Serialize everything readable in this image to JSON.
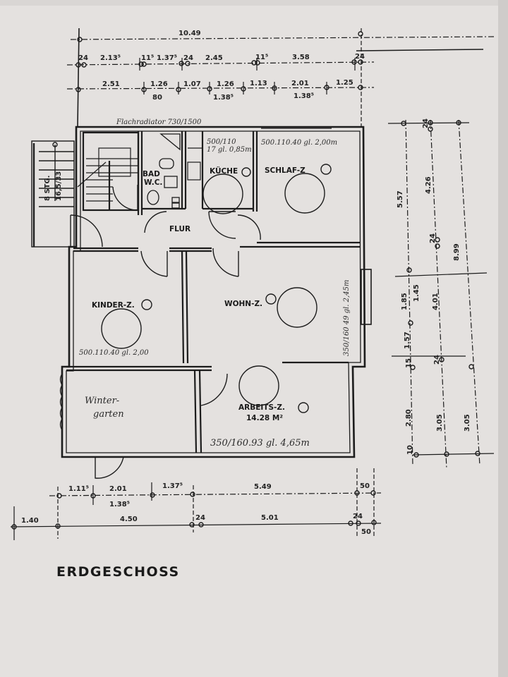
{
  "plan": {
    "title": "ERDGESCHOSS",
    "header_note": "Flachradiator 730/1500",
    "colors": {
      "paper": "#e4e1df",
      "ink": "#1a1a1a",
      "background": "#d9d6d4"
    }
  },
  "rooms": [
    {
      "name": "BAD W.C.",
      "label_line1": "BAD",
      "label_line2": "W.C."
    },
    {
      "name": "KÜCHE",
      "label": "KÜCHE",
      "radiator": "500/110",
      "radiator_line2": "17 gl. 0,85m"
    },
    {
      "name": "SCHLAF-Z",
      "label": "SCHLAF-Z",
      "radiator": "500.110.40 gl. 2,00m"
    },
    {
      "name": "FLUR",
      "label": "FLUR"
    },
    {
      "name": "KINDER-Z.",
      "label": "KINDER-Z.",
      "radiator": "500.110.40 gl. 2,00"
    },
    {
      "name": "WOHN-Z.",
      "label": "WOHN-Z.",
      "radiator": "350/160 49 gl. 2,45m"
    },
    {
      "name": "Wintergarten",
      "label_line1": "Winter-",
      "label_line2": "garten"
    },
    {
      "name": "ARBEITS-Z.",
      "label": "ARBEITS-Z.",
      "area": "14.28 M²",
      "radiator": "350/160.93 gl. 4,65m"
    }
  ],
  "stairs": {
    "label_line1": "8 STG.",
    "label_line2": "16,5/33"
  },
  "dimensions": {
    "top_overall": "10.49",
    "top_row1": [
      "24",
      "2.13⁵",
      "11⁵",
      "1.37⁵",
      "24",
      "2.45",
      "11⁵",
      "3.58",
      "24"
    ],
    "top_row2": [
      "2.51",
      "1.26",
      "80",
      "1.07",
      "1.26",
      "1.38⁵",
      "1.13",
      "2.01",
      "1.38⁵",
      "1.25"
    ],
    "right_col1": [
      "5.57",
      "1.85",
      "15",
      "1.57",
      "2.80",
      "10"
    ],
    "right_col1b": [
      "1.45"
    ],
    "right_col2": [
      "24",
      "4.26",
      "24",
      "4.01",
      "24",
      "3.05"
    ],
    "right_col3": [
      "8.99",
      "3.05"
    ],
    "bottom_row1": [
      "1.11⁵",
      "2.01",
      "1.38⁵",
      "1.37⁵",
      "5.49",
      "50"
    ],
    "bottom_row2": [
      "1.40",
      "4.50",
      "24",
      "5.01",
      "24",
      "50"
    ]
  }
}
